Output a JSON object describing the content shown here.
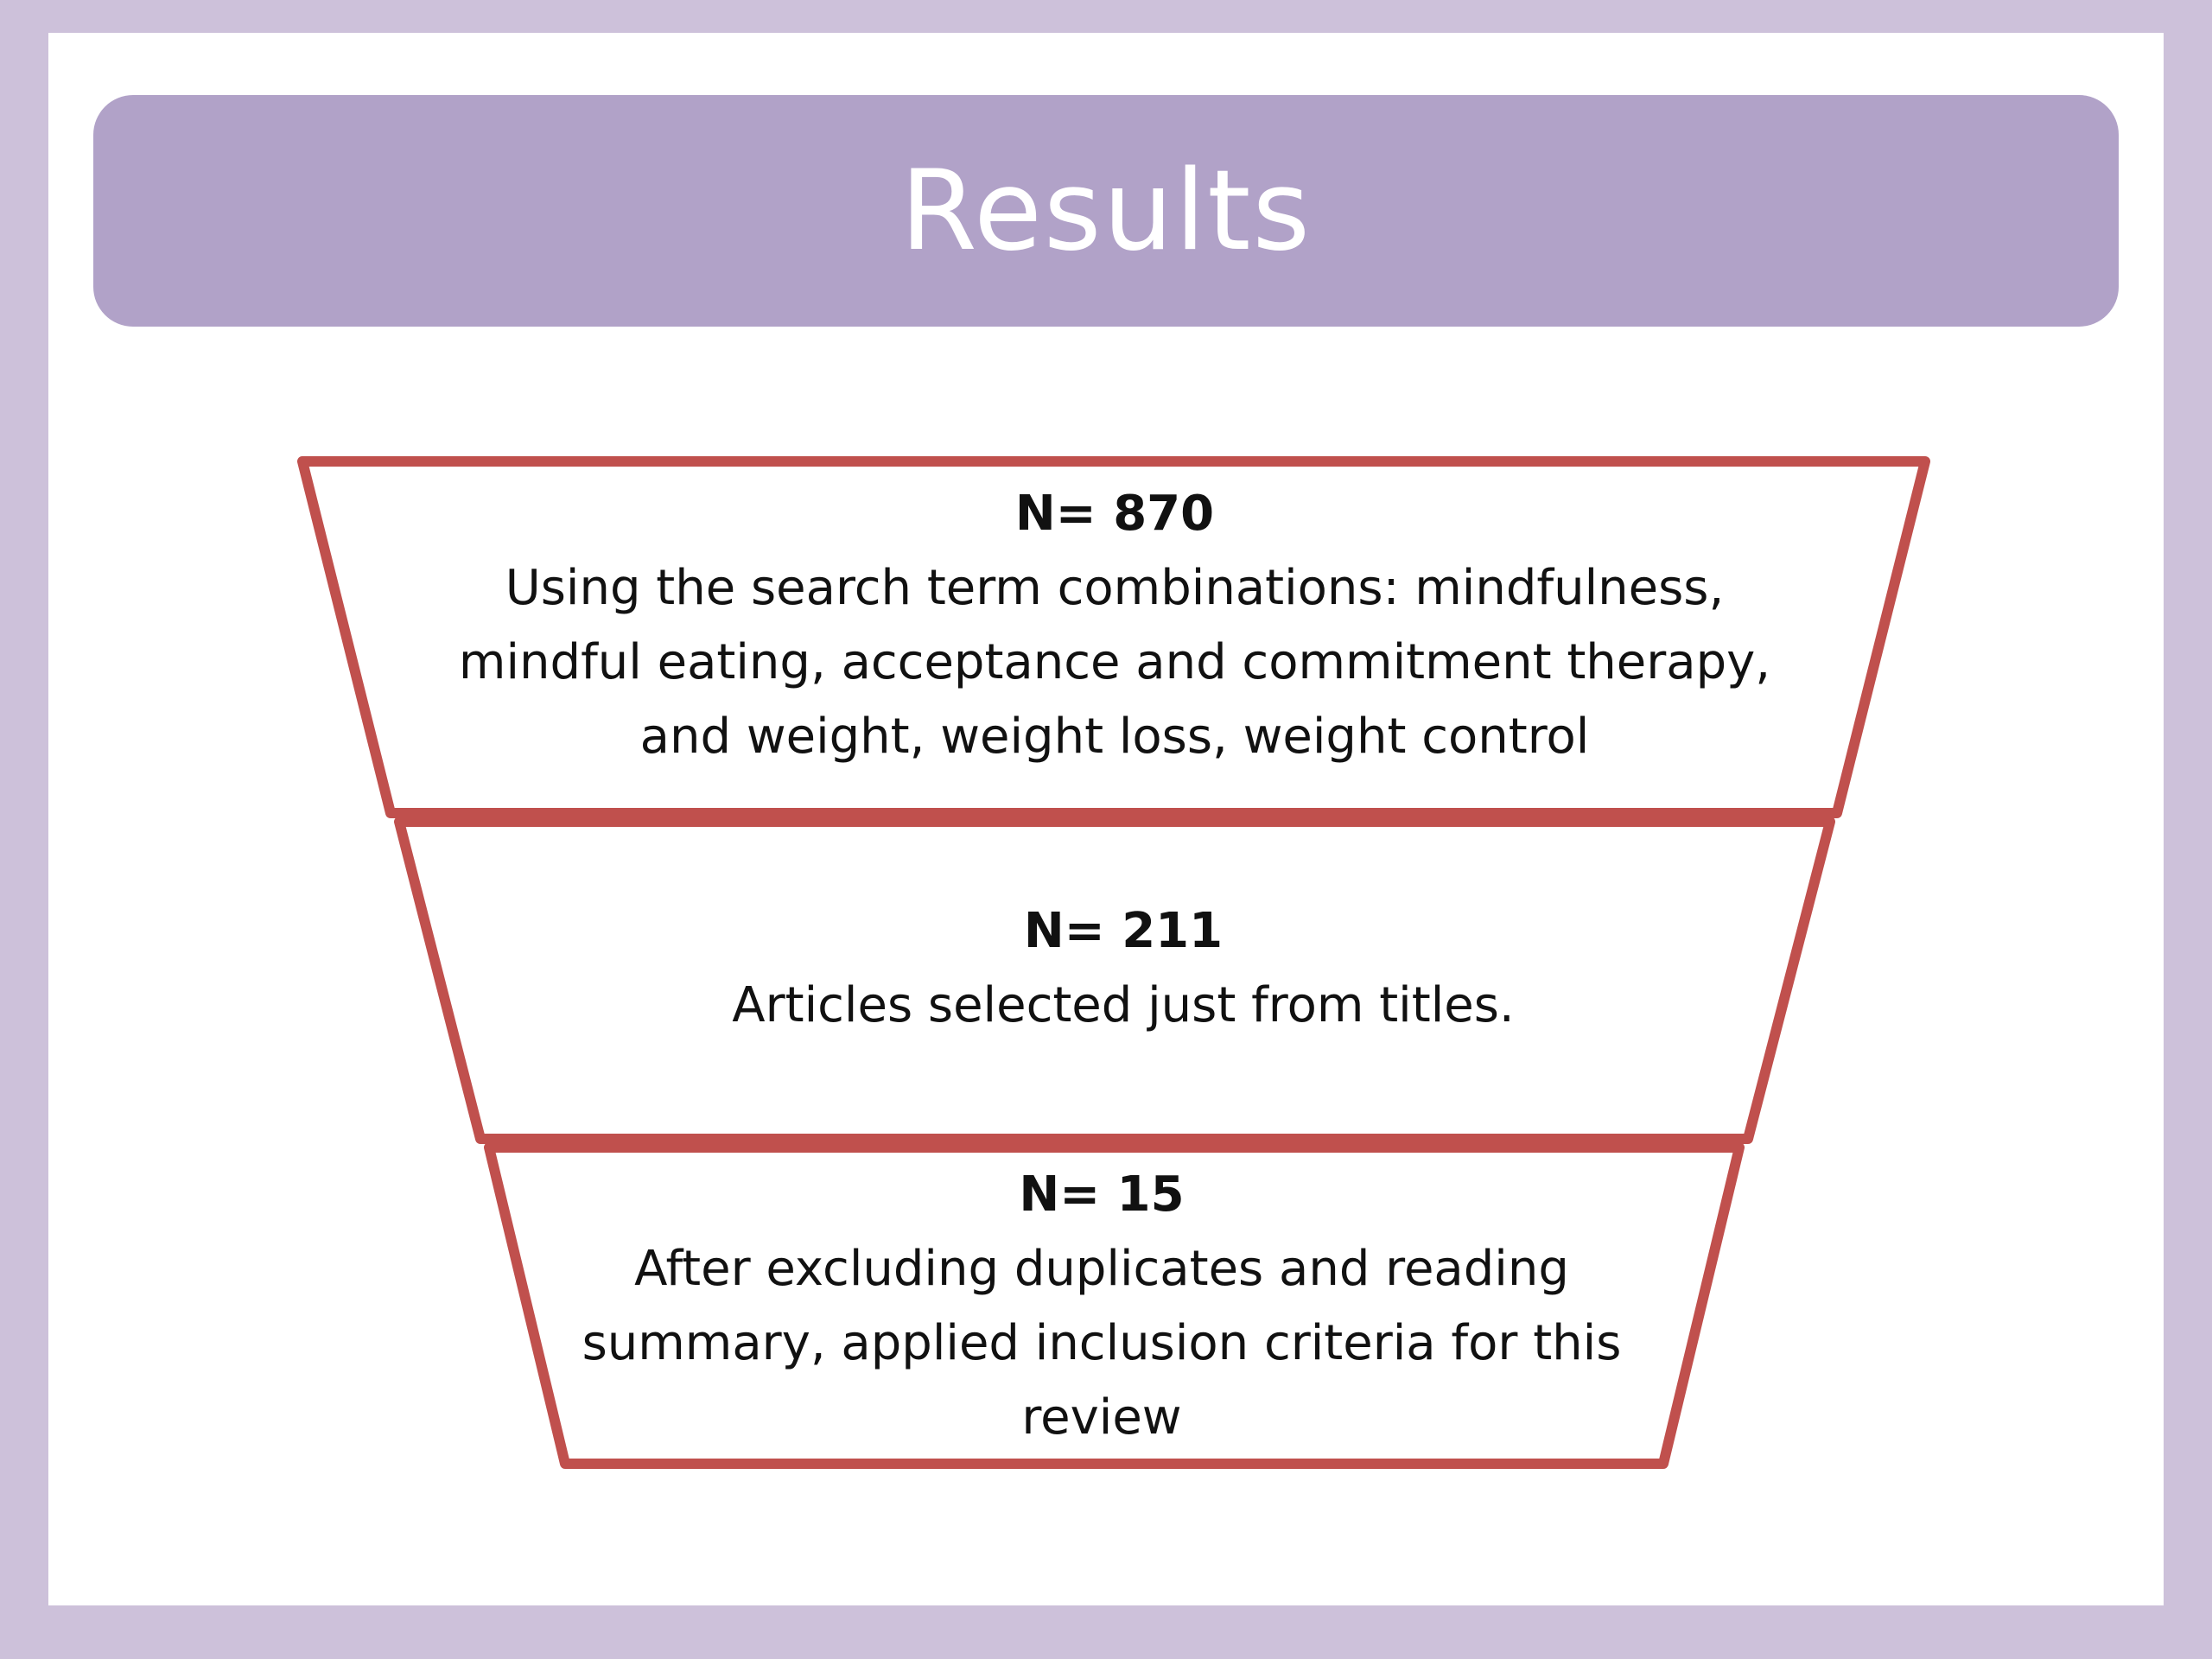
{
  "slide": {
    "title": "Results",
    "colors": {
      "frame": "#cdc1da",
      "banner": "#b1a2c8",
      "funnel_stroke": "#c0504d"
    }
  },
  "funnel": {
    "stages": [
      {
        "count": "N= 870",
        "lines": [
          "Using the search term combinations: mindfulness,",
          "mindful eating, acceptance and commitment therapy,",
          "and weight, weight loss, weight control"
        ]
      },
      {
        "count": "N= 211",
        "lines": [
          "Articles selected just from titles."
        ]
      },
      {
        "count": "N= 15",
        "lines": [
          "After excluding  duplicates and reading",
          "summary, applied inclusion criteria for this",
          "review"
        ]
      }
    ]
  }
}
